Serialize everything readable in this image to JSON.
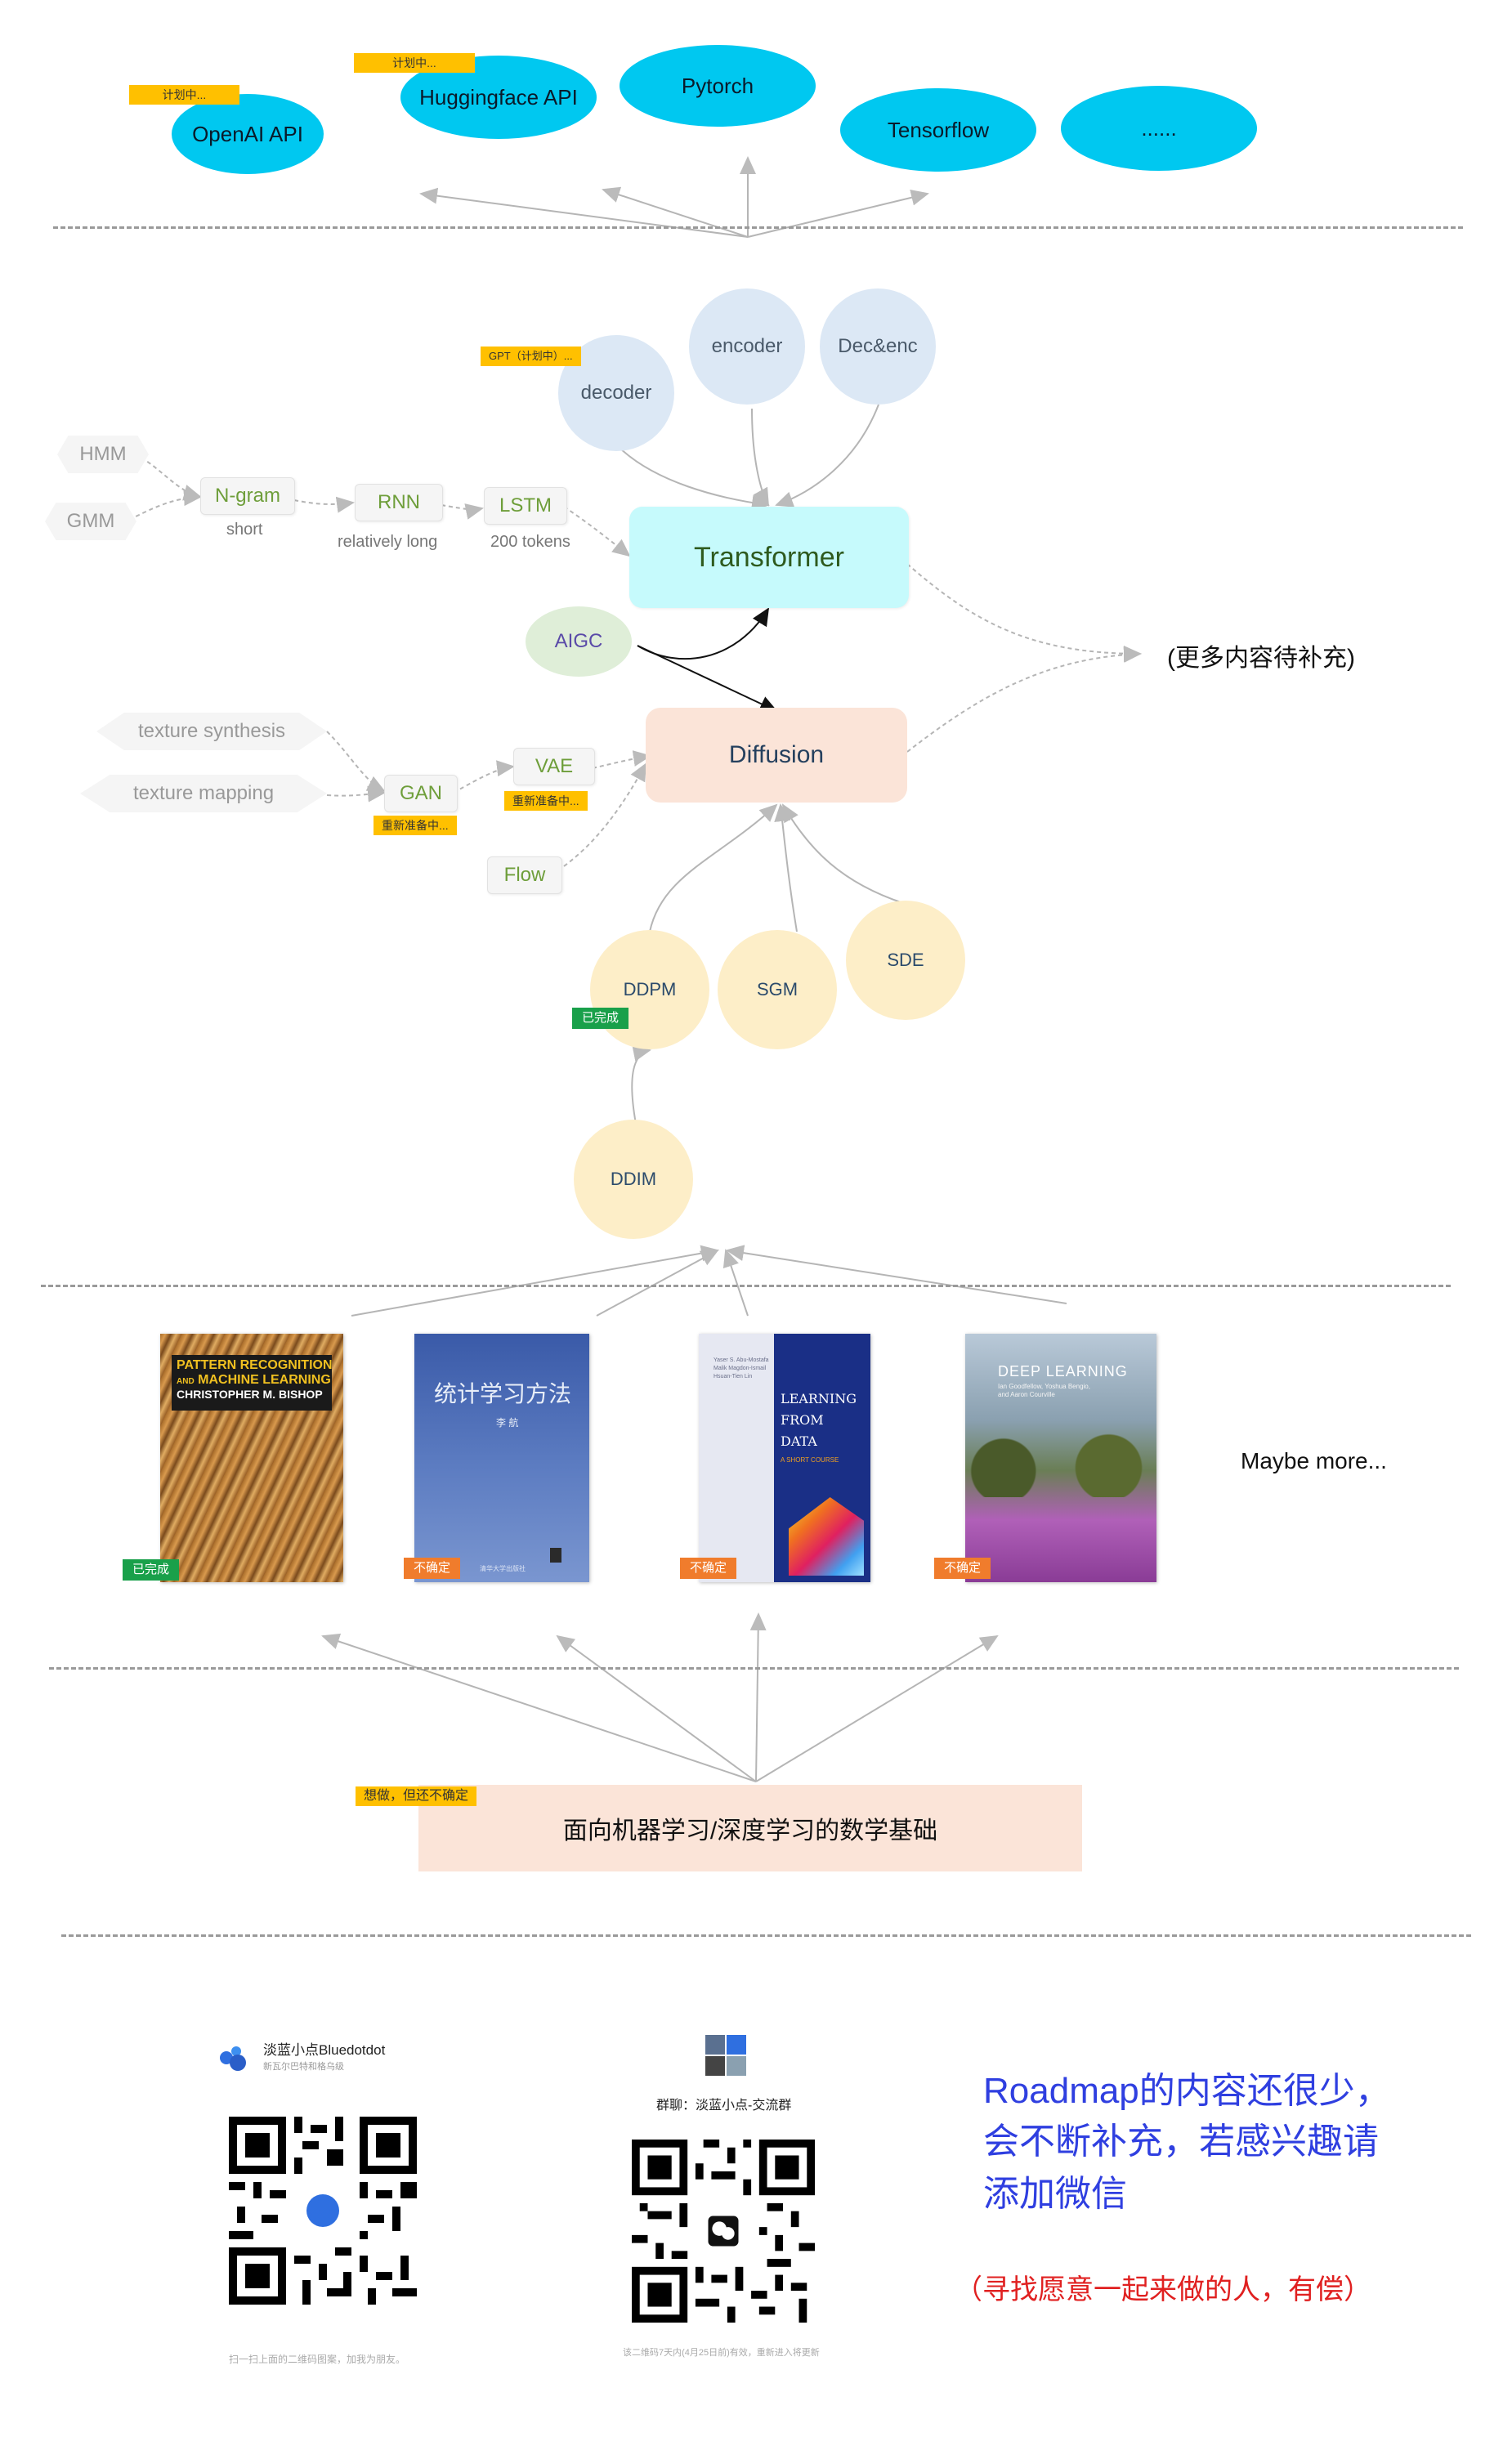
{
  "top": {
    "openai": {
      "label": "OpenAI API",
      "tag": "计划中..."
    },
    "huggingface": {
      "label": "Huggingface API",
      "tag": "计划中..."
    },
    "pytorch": {
      "label": "Pytorch"
    },
    "tensorflow": {
      "label": "Tensorflow"
    },
    "more": {
      "label": "......"
    }
  },
  "models": {
    "decoder": {
      "label": "decoder",
      "tag": "GPT（计划中）..."
    },
    "encoder": {
      "label": "encoder"
    },
    "decenc": {
      "label": "Dec&enc"
    },
    "hmm": "HMM",
    "gmm": "GMM",
    "ngram": {
      "label": "N-gram",
      "sub": "short"
    },
    "rnn": {
      "label": "RNN",
      "sub": "relatively long"
    },
    "lstm": {
      "label": "LSTM",
      "sub": "200 tokens"
    },
    "transformer": "Transformer",
    "aigc": "AIGC",
    "future": "(更多内容待补充)",
    "texture_synthesis": "texture synthesis",
    "texture_mapping": "texture mapping",
    "gan": {
      "label": "GAN",
      "tag": "重新准备中..."
    },
    "vae": {
      "label": "VAE",
      "tag": "重新准备中..."
    },
    "flow": "Flow",
    "diffusion": "Diffusion",
    "ddpm": {
      "label": "DDPM",
      "tag": "已完成"
    },
    "sgm": "SGM",
    "sde": "SDE",
    "ddim": "DDIM"
  },
  "books": {
    "prml": {
      "line1": "PATTERN RECOGNITION",
      "line2": "AND",
      "line2b": "MACHINE LEARNING",
      "line3": "CHRISTOPHER M. BISHOP",
      "tag": "已完成"
    },
    "stat": {
      "title": "统计学习方法",
      "author": "李 航",
      "publisher": "清华大学出版社",
      "tag": "不确定"
    },
    "lfd": {
      "authors": "Yaser S. Abu-Mostafa\nMalik Magdon-Ismail\nHsuan-Tien Lin",
      "t1": "LEARNING",
      "t2": "FROM",
      "t3": "DATA",
      "t4": "A SHORT COURSE",
      "tag": "不确定"
    },
    "dl": {
      "title": "DEEP LEARNING",
      "authors": "Ian Goodfellow, Yoshua Bengio,\nand Aaron Courville",
      "tag": "不确定"
    },
    "more": "Maybe more..."
  },
  "math": {
    "label": "面向机器学习/深度学习的数学基础",
    "tag": "想做，但还不确定"
  },
  "footer": {
    "left_card": {
      "name": "淡蓝小点Bluedotdot",
      "desc": "新瓦尔巴特和格乌级",
      "caption": "扫一扫上面的二维码图案，加我为朋友。"
    },
    "right_card": {
      "name": "群聊：淡蓝小点-交流群",
      "caption": "该二维码7天内(4月25日前)有效，重新进入将更新"
    },
    "message_line1": "Roadmap的内容还很少，",
    "message_line2": "会不断补充，若感兴趣请",
    "message_line3": "添加微信",
    "recruit": "（寻找愿意一起来做的人，有偿）"
  },
  "colors": {
    "blue_node": "#00c8f0",
    "tag_yellow": "#ffc000",
    "tag_green": "#19a04a",
    "tag_orange": "#f07c2c",
    "message_blue": "#2f3fe0",
    "recruit_red": "#e02020"
  }
}
